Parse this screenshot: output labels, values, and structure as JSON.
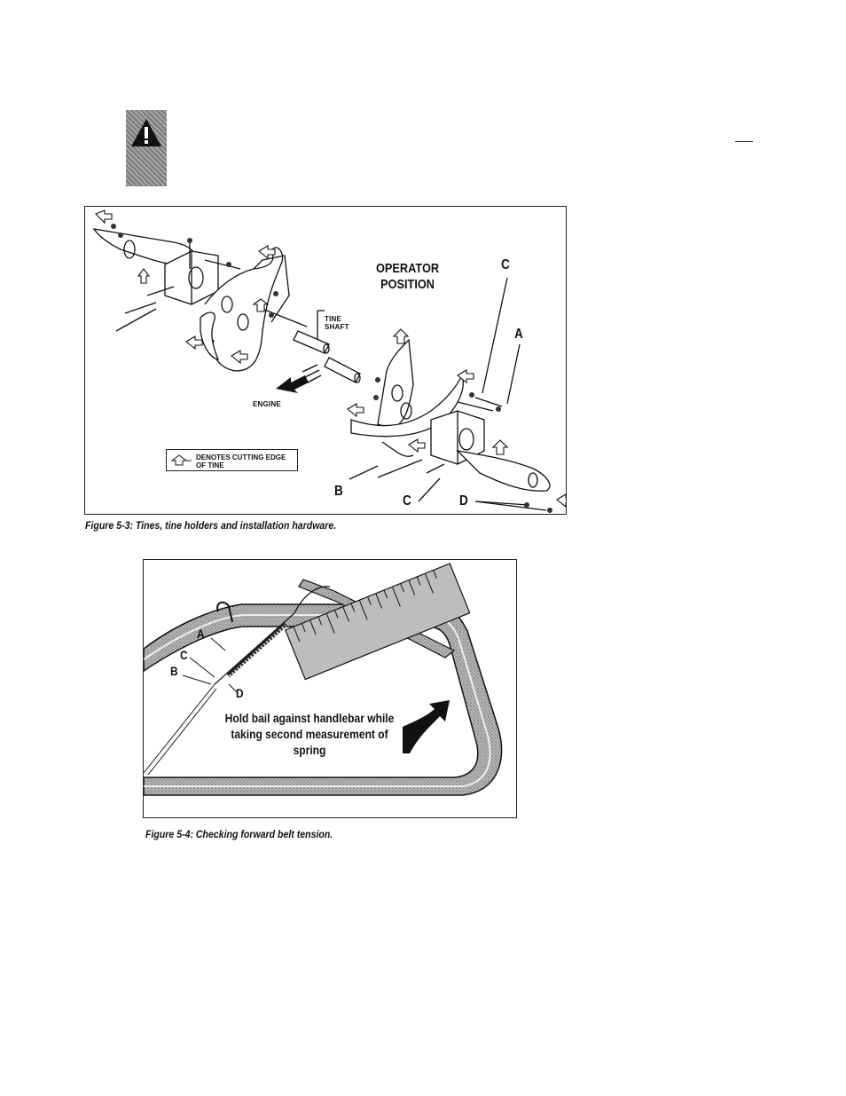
{
  "figure_5_3": {
    "operator_position_line1": "OPERATOR",
    "operator_position_line2": "POSITION",
    "tine_shaft_line1": "TINE",
    "tine_shaft_line2": "SHAFT",
    "engine_label": "ENGINE",
    "legend_line1": "DENOTES CUTTING EDGE",
    "legend_line2": "OF TINE",
    "callouts": {
      "a": "A",
      "b": "B",
      "c_top": "C",
      "c_bottom": "C",
      "d": "D"
    },
    "caption": "Figure 5-3: Tines, tine holders and installation hardware."
  },
  "figure_5_4": {
    "callouts": {
      "a": "A",
      "b": "B",
      "c": "C",
      "d": "D"
    },
    "note_line1": "Hold bail against handlebar while",
    "note_line2": "taking second measurement of",
    "note_line3": "spring",
    "caption": "Figure 5-4: Checking forward belt tension."
  },
  "colors": {
    "ink": "#111111",
    "handle_gray": "#9a9a9a",
    "warning_gray": "#8c8c8c"
  },
  "icons": {
    "warning": "warning-triangle-icon",
    "engine_arrow": "arrow-icon",
    "rotate_arrow": "curved-arrow-icon"
  }
}
